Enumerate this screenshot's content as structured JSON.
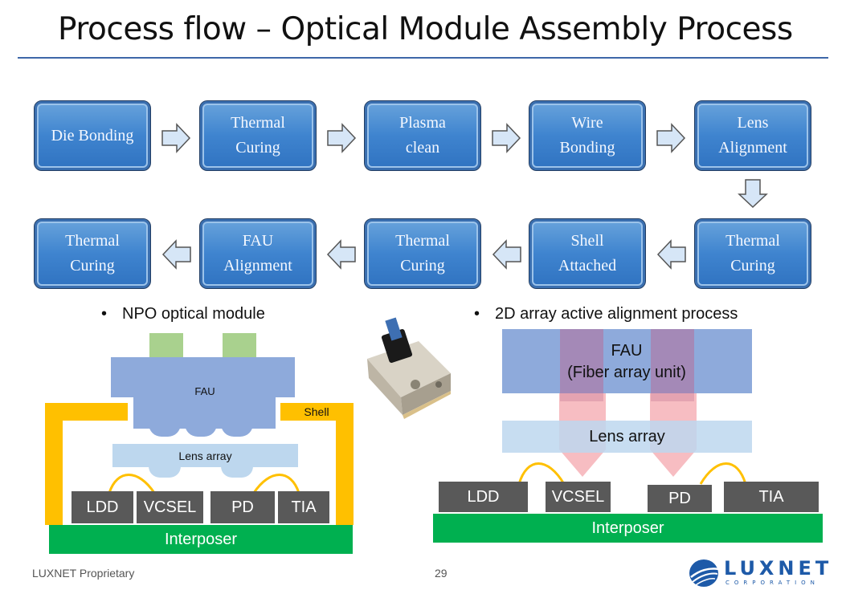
{
  "title": "Process flow – Optical Module Assembly Process",
  "steps": [
    "Die Bonding",
    "Thermal\nCuring",
    "Plasma\nclean",
    "Wire\nBonding",
    "Lens\nAlignment",
    "Thermal\nCuring",
    "Shell\nAttached",
    "Thermal\nCuring",
    "FAU\nAlignment",
    "Thermal\nCuring"
  ],
  "left_diagram": {
    "heading": "NPO optical module",
    "fau": "FAU",
    "shell": "Shell",
    "lens": "Lens array",
    "chips": [
      "LDD",
      "VCSEL",
      "PD",
      "TIA"
    ],
    "interposer": "Interposer"
  },
  "right_diagram": {
    "heading": "2D array active alignment process",
    "fau_line1": "FAU",
    "fau_line2": "(Fiber array unit)",
    "lens": "Lens array",
    "chips": [
      "LDD",
      "VCSEL",
      "PD",
      "TIA"
    ],
    "interposer": "Interposer"
  },
  "footer": {
    "left": "LUXNET Proprietary",
    "page": "29",
    "logo_word": "LUXNET",
    "logo_sub": "CORPORATION"
  },
  "colors": {
    "accent": "#3d67a8",
    "step_fill": "#4a8ad4",
    "fau": "#8eaadb",
    "lens": "#bdd7ee",
    "shell": "#ffc000",
    "interposer": "#00b050",
    "chip": "#595959",
    "pad": "#a9d18e"
  }
}
